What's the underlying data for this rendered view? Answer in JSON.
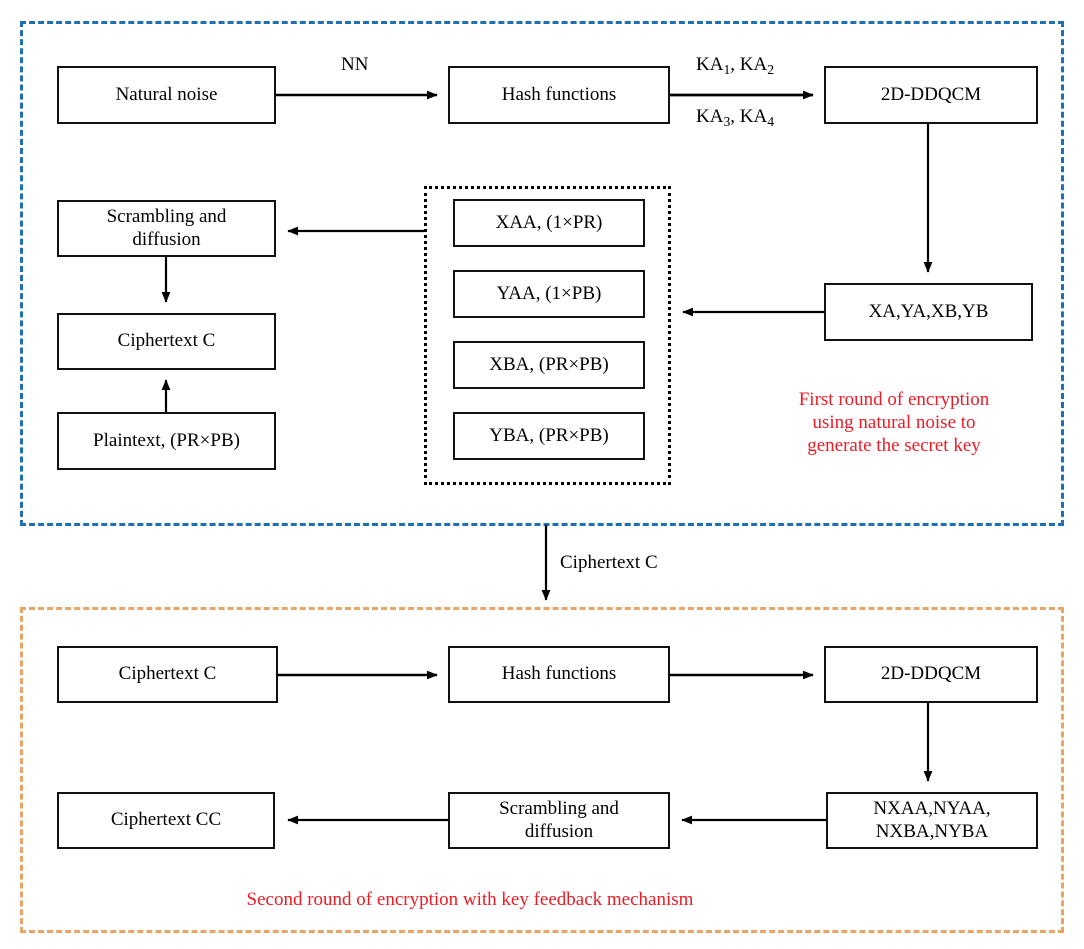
{
  "diagram": {
    "title": "Two-round image encryption flow diagram",
    "colors": {
      "round1_border": "#1f6fb4",
      "round2_border": "#e8a566",
      "key_group_border": "#000000",
      "note_text": "#ee1b24",
      "node_border": "#111111",
      "node_fill": "#ffffff"
    },
    "round1": {
      "nodes": {
        "natural_noise": "Natural noise",
        "hash_functions": "Hash functions",
        "ddqcm": "2D-DDQCM",
        "xa_ya_xb_yb": "XA,YA,XB,YB",
        "scrambling_diffusion": "Scrambling and\ndiffusion",
        "ciphertext_c": "Ciphertext C",
        "plaintext": "Plaintext, (PR×PB)"
      },
      "key_group": [
        "XAA, (1×PR)",
        "YAA, (1×PB)",
        "XBA, (PR×PB)",
        "YBA, (PR×PB)"
      ],
      "edge_labels": {
        "nn": "NN",
        "ka_top_prefix": "KA",
        "ka_top": "KA1, KA2",
        "ka_bottom": "KA3, KA4"
      },
      "note": "First round of encryption\nusing natural noise to\ngenerate the secret key"
    },
    "connector": {
      "label": "Ciphertext C"
    },
    "round2": {
      "nodes": {
        "ciphertext_c": "Ciphertext C",
        "hash_functions": "Hash functions",
        "ddqcm": "2D-DDQCM",
        "nkeys": "NXAA,NYAA,\nNXBA,NYBA",
        "scrambling_diffusion": "Scrambling and\ndiffusion",
        "ciphertext_cc": "Ciphertext CC"
      },
      "note": "Second round of encryption with key feedback mechanism"
    }
  }
}
